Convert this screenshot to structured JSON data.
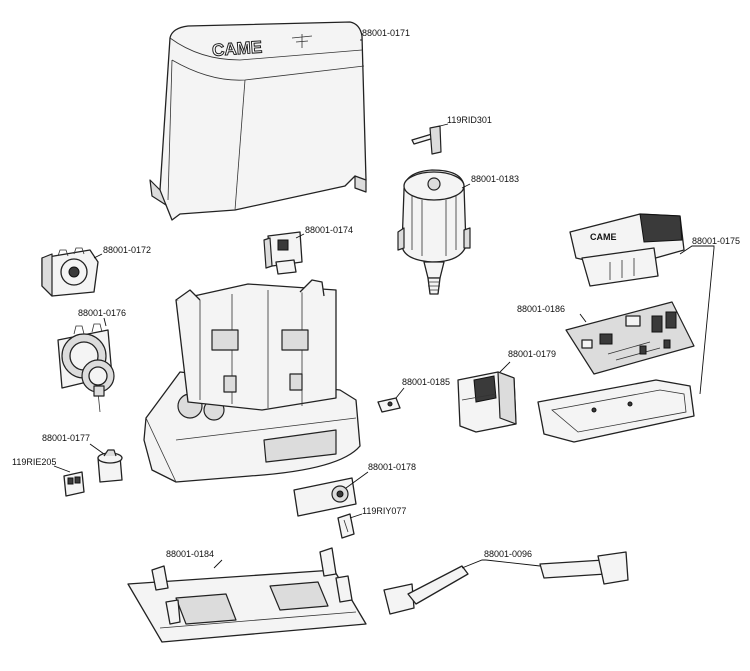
{
  "brand": {
    "logo_text": "CAME"
  },
  "parts": [
    {
      "id": "88001-0171"
    },
    {
      "id": "119RID301"
    },
    {
      "id": "88001-0183"
    },
    {
      "id": "88001-0172"
    },
    {
      "id": "88001-0174"
    },
    {
      "id": "88001-0175"
    },
    {
      "id": "88001-0176"
    },
    {
      "id": "88001-0186"
    },
    {
      "id": "88001-0179"
    },
    {
      "id": "88001-0185"
    },
    {
      "id": "88001-0177"
    },
    {
      "id": "119RIE205"
    },
    {
      "id": "88001-0178"
    },
    {
      "id": "119RIY077"
    },
    {
      "id": "88001-0184"
    },
    {
      "id": "88001-0096"
    }
  ]
}
